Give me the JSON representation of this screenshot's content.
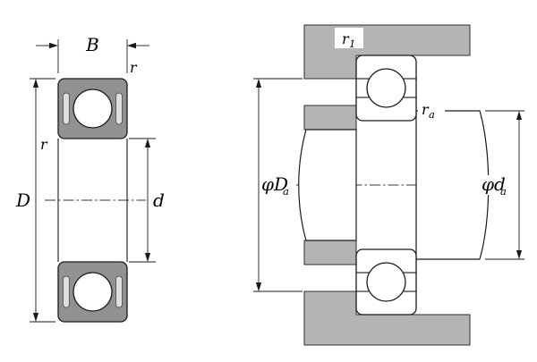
{
  "left_view": {
    "width_label": "B",
    "outer_diameter_label": "D",
    "bore_diameter_label": "d",
    "chamfer_label_top": "r",
    "chamfer_label_side": "r"
  },
  "right_view": {
    "housing_fillet": {
      "base": "r",
      "sub": "1"
    },
    "shaft_fillet": {
      "base": "r",
      "sub": "a"
    },
    "housing_abutment": {
      "base": "φD",
      "sub": "a"
    },
    "shaft_abutment": {
      "base": "φd",
      "sub": "a"
    }
  },
  "colors": {
    "bearing_section_gray": "#919191",
    "seal_highlight": "#dedede",
    "housing_gray": "#b4b4b4",
    "line_black": "#1a1a1a",
    "background": "#ffffff"
  }
}
